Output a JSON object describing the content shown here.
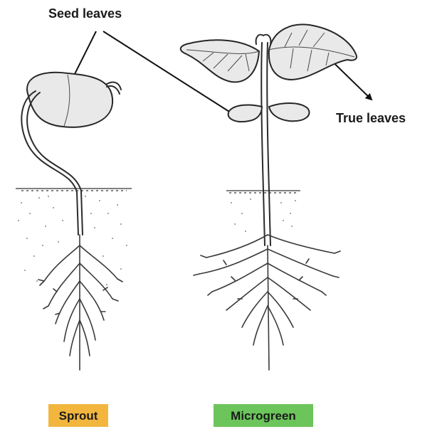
{
  "labels": {
    "seed_leaves": "Seed leaves",
    "true_leaves": "True leaves",
    "sprout": "Sprout",
    "microgreen": "Microgreen"
  },
  "colors": {
    "sprout_tag": "#f2b63f",
    "microgreen_tag": "#6cc55b",
    "ink": "#1a1a1a"
  }
}
